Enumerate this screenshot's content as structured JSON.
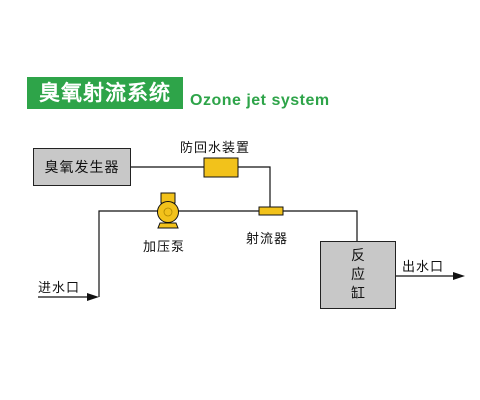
{
  "title": "臭氧射流系统",
  "subtitle": "Ozone jet system",
  "components": {
    "generator": "臭氧发生器",
    "check_valve": "防回水装置",
    "pump": "加压泵",
    "ejector": "射流器",
    "tank_lines": [
      "反",
      "应",
      "缸"
    ]
  },
  "labels": {
    "water_inlet": "进水口",
    "water_outlet": "出水口"
  },
  "colors": {
    "accent_green": "#2ea449",
    "component_yellow": "#f2c21b",
    "box_gray": "#c8c8c8"
  }
}
